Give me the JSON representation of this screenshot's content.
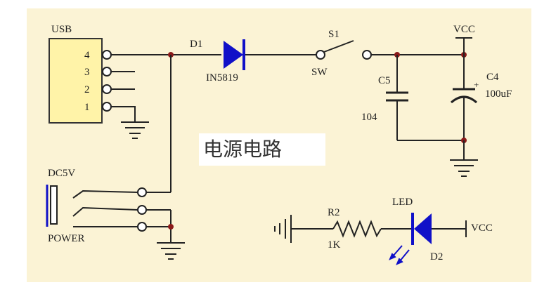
{
  "diagram": {
    "title": "电源电路",
    "usb": {
      "label": "USB",
      "pins": [
        "4",
        "3",
        "2",
        "1"
      ]
    },
    "d1": {
      "ref": "D1",
      "part": "IN5819"
    },
    "s1": {
      "ref": "S1",
      "part": "SW"
    },
    "c5": {
      "ref": "C5",
      "value": "104"
    },
    "c4": {
      "ref": "C4",
      "value": "100uF",
      "polarity": "+"
    },
    "vcc_top": "VCC",
    "vcc_led": "VCC",
    "dc": {
      "label": "DC5V",
      "sub": "POWER"
    },
    "r2": {
      "ref": "R2",
      "value": "1K"
    },
    "led": {
      "label": "LED",
      "ref": "D2"
    },
    "colors": {
      "wire": "#2b2b2b",
      "diode": "#1010c8",
      "junction": "#8b1a1a",
      "usb_body": "#fff3a8",
      "panel": "#fbf3d5"
    }
  }
}
